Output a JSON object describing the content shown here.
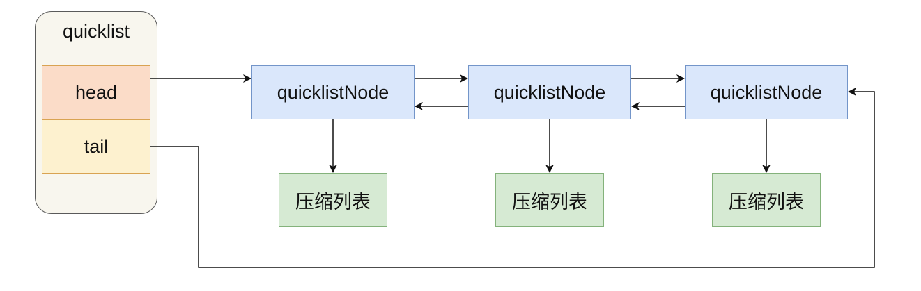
{
  "quicklist": {
    "title": "quicklist",
    "head_label": "head",
    "tail_label": "tail"
  },
  "nodes": [
    {
      "label": "quicklistNode",
      "ziplist_label": "压缩列表"
    },
    {
      "label": "quicklistNode",
      "ziplist_label": "压缩列表"
    },
    {
      "label": "quicklistNode",
      "ziplist_label": "压缩列表"
    }
  ],
  "colors": {
    "container_fill": "#f8f6ee",
    "head_fill": "#fbdcc8",
    "tail_fill": "#fdf1cf",
    "node_fill": "#dae7fb",
    "ziplist_fill": "#d6ead3",
    "arrow": "#111111"
  }
}
